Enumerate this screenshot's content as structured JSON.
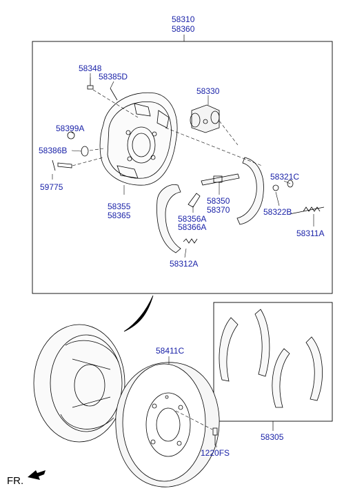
{
  "labels": {
    "assembly_1": "58310",
    "assembly_2": "58360",
    "bolt": "58348",
    "pin": "58385D",
    "wheel_cylinder": "58330",
    "plug": "58399A",
    "grommet": "58386B",
    "spring_pin": "59775",
    "backing_plate_1": "58355",
    "backing_plate_2": "58365",
    "adjuster_1": "58350",
    "adjuster_2": "58370",
    "lever_1": "58356A",
    "lever_2": "58366A",
    "spring": "58312A",
    "clip_c": "58321C",
    "clip_b": "58322B",
    "return_spring": "58311A",
    "drum": "58411C",
    "shoe_kit": "58305",
    "hub_bolt": "1220FS"
  },
  "front_label": "FR.",
  "colors": {
    "label_text": "#1a22a8",
    "line": "#000000",
    "background": "#ffffff"
  }
}
